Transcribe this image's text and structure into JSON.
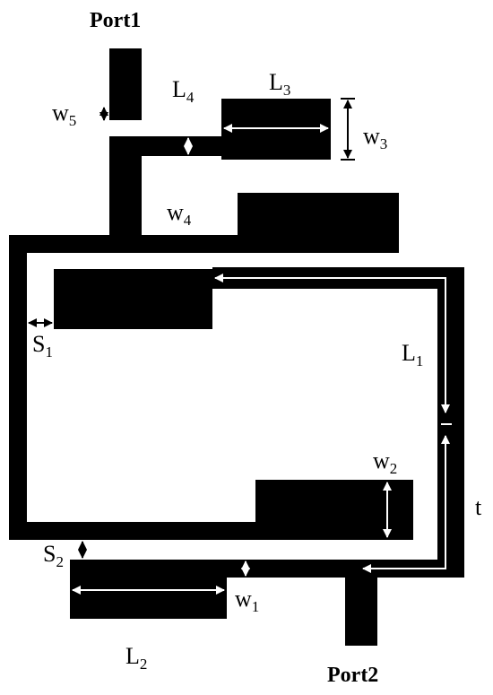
{
  "ports": {
    "port1": "Port1",
    "port2": "Port2"
  },
  "labels": {
    "L1": {
      "base": "L",
      "sub": "1"
    },
    "L2": {
      "base": "L",
      "sub": "2"
    },
    "L3": {
      "base": "L",
      "sub": "3"
    },
    "L4": {
      "base": "L",
      "sub": "4"
    },
    "w1": {
      "base": "w",
      "sub": "1"
    },
    "w2": {
      "base": "w",
      "sub": "2"
    },
    "w3": {
      "base": "w",
      "sub": "3"
    },
    "w4": {
      "base": "w",
      "sub": "4"
    },
    "w5": {
      "base": "w",
      "sub": "5"
    },
    "S1": {
      "base": "S",
      "sub": "1"
    },
    "S2": {
      "base": "S",
      "sub": "2"
    },
    "t": {
      "base": "t"
    }
  },
  "colors": {
    "trace": "#000000",
    "background": "#ffffff",
    "dimension_on_trace": "#ffffff",
    "dimension_on_background": "#000000"
  }
}
